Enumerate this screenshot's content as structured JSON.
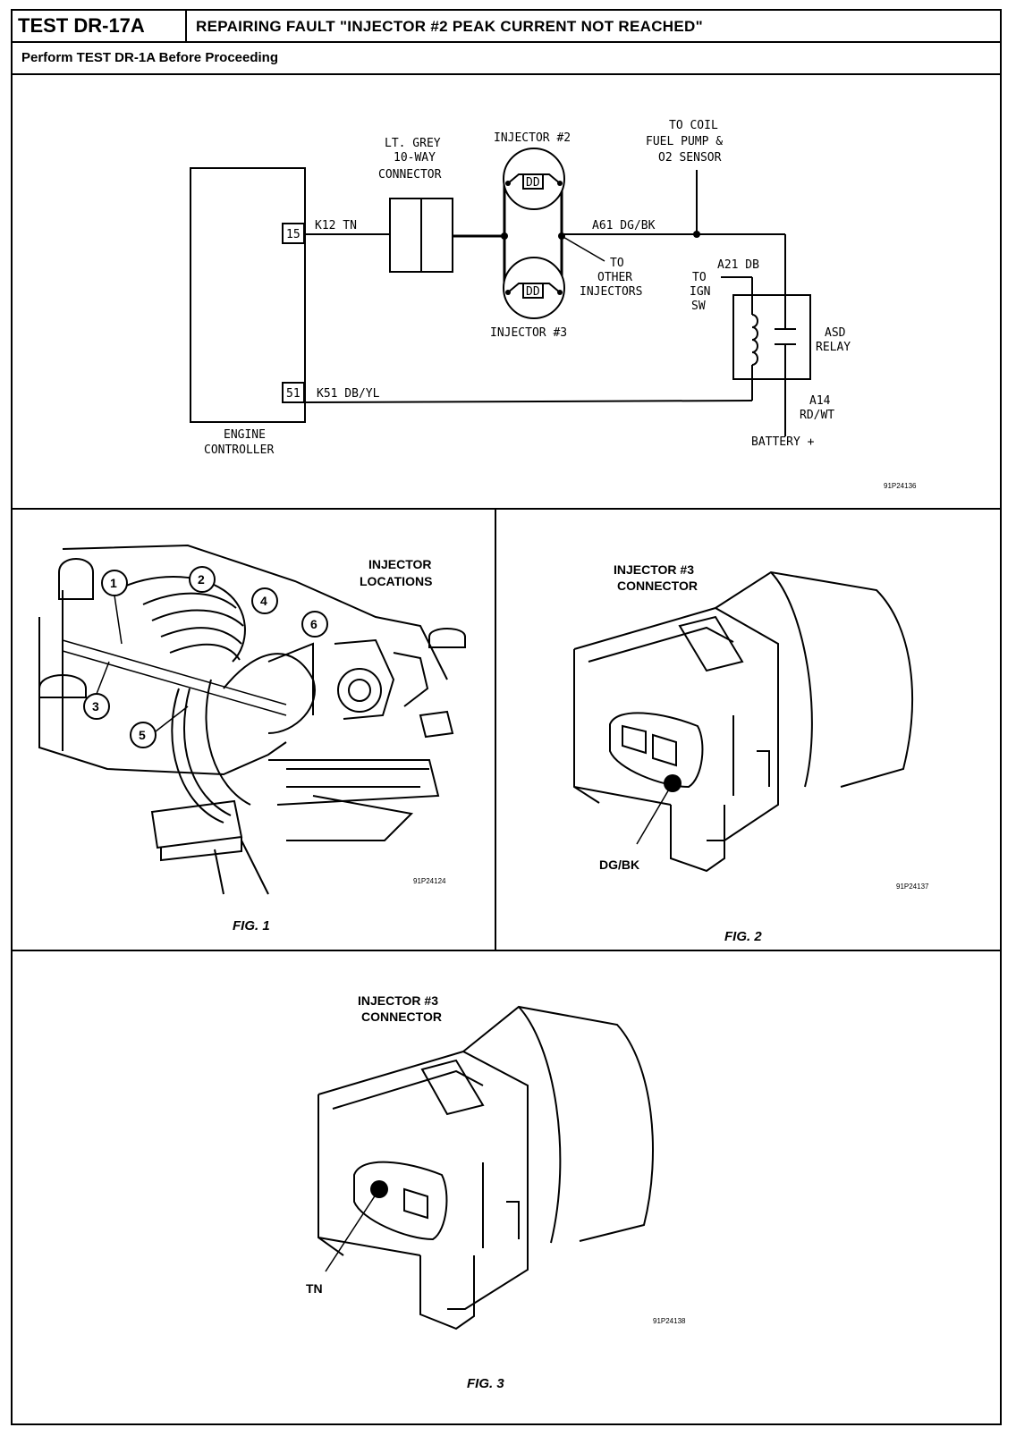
{
  "header": {
    "test_id": "TEST DR-17A",
    "title": "REPAIRING FAULT \"INJECTOR #2 PEAK CURRENT NOT REACHED\"",
    "subtitle": "Perform TEST DR-1A Before Proceeding"
  },
  "schematic": {
    "engine_controller_label": [
      "ENGINE",
      "CONTROLLER"
    ],
    "pin_15": "15",
    "pin_51": "51",
    "wire_k12": "K12  TN",
    "wire_k51": "K51  DB/YL",
    "connector_label": [
      "LT. GREY",
      "10-WAY",
      "CONNECTOR"
    ],
    "injector2_label": "INJECTOR #2",
    "injector3_label": "INJECTOR #3",
    "other_injectors_label": [
      "TO",
      "OTHER",
      "INJECTORS"
    ],
    "wire_a61": "A61  DG/BK",
    "to_coil_label": [
      "TO COIL",
      "FUEL PUMP &",
      "O2 SENSOR"
    ],
    "wire_a21": "A21  DB",
    "to_ign_label": [
      "TO",
      "IGN",
      "SW"
    ],
    "asd_relay_label": [
      "ASD",
      "RELAY"
    ],
    "wire_a14": [
      "A14",
      "RD/WT"
    ],
    "battery_label": "BATTERY +",
    "ref": "91P24136"
  },
  "fig1": {
    "title": [
      "INJECTOR",
      "LOCATIONS"
    ],
    "callouts": [
      "1",
      "2",
      "3",
      "4",
      "5",
      "6"
    ],
    "ref": "91P24124",
    "caption": "FIG. 1"
  },
  "fig2": {
    "title": [
      "INJECTOR #3",
      "CONNECTOR"
    ],
    "pin_label": "DG/BK",
    "ref": "91P24137",
    "caption": "FIG. 2"
  },
  "fig3": {
    "title": [
      "INJECTOR #3",
      "CONNECTOR"
    ],
    "pin_label": "TN",
    "ref": "91P24138",
    "caption": "FIG. 3"
  }
}
